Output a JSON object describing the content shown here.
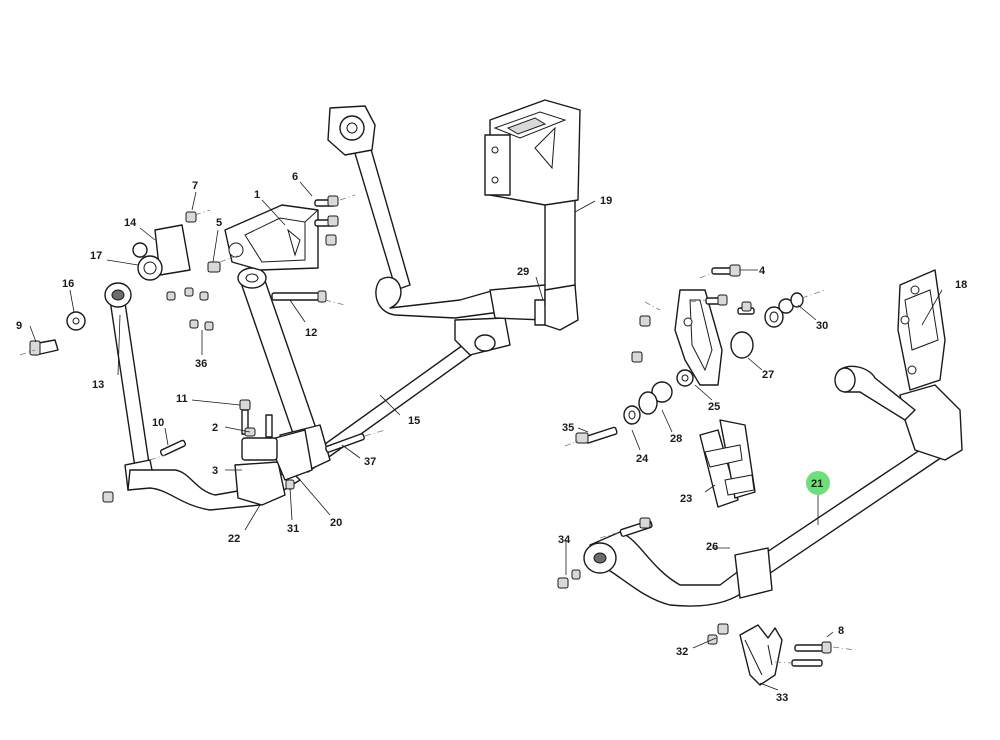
{
  "diagram": {
    "highlight_color": "#6ee07a",
    "highlighted_callout": "21",
    "callouts": {
      "c1": "1",
      "c2": "2",
      "c3": "3",
      "c4": "4",
      "c5": "5",
      "c6": "6",
      "c7": "7",
      "c8": "8",
      "c9": "9",
      "c10": "10",
      "c11": "11",
      "c12": "12",
      "c13": "13",
      "c14": "14",
      "c15": "15",
      "c16": "16",
      "c17": "17",
      "c18": "18",
      "c19": "19",
      "c20": "20",
      "c21": "21",
      "c22": "22",
      "c23": "23",
      "c24": "24",
      "c25": "25",
      "c26": "26",
      "c27": "27",
      "c28": "28",
      "c29": "29",
      "c30": "30",
      "c31": "31",
      "c32": "32",
      "c33": "33",
      "c34": "34",
      "c35": "35",
      "c36": "36",
      "c37": "37"
    }
  }
}
